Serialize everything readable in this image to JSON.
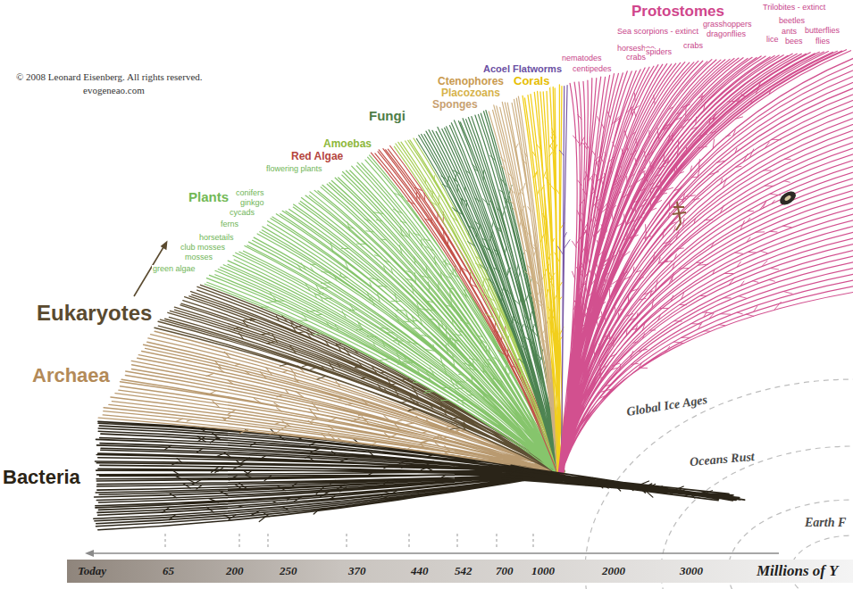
{
  "diagram": {
    "labels": [
      "© 2008 Leonard Eisenberg. All rights reserved.",
      "evogeneao.com",
      "Protostomes",
      "Sea scorpions - extinct",
      "grasshoppers",
      "dragonflies",
      "Trilobites - extinct",
      "beetles",
      "lice",
      "ants",
      "bees",
      "butterflies",
      "flies",
      "nematodes",
      "centipedes",
      "horseshoe crabs",
      "spiders",
      "crabs",
      "Acoel Flatworms",
      "Ctenophores",
      "Placozoans",
      "Sponges",
      "Corals",
      "Fungi",
      "Amoebas",
      "Red Algae",
      "flowering plants",
      "Plants",
      "conifers",
      "ginkgo",
      "cycads",
      "ferns",
      "horsetails",
      "club mosses",
      "mosses",
      "green algae",
      "Eukaryotes",
      "Archaea",
      "Bacteria",
      "Global Ice Ages",
      "Oceans Rust",
      "Earth F",
      "Today",
      "65",
      "200",
      "250",
      "370",
      "440",
      "542",
      "700",
      "1000",
      "2000",
      "3000",
      "Millions of Y"
    ]
  }
}
